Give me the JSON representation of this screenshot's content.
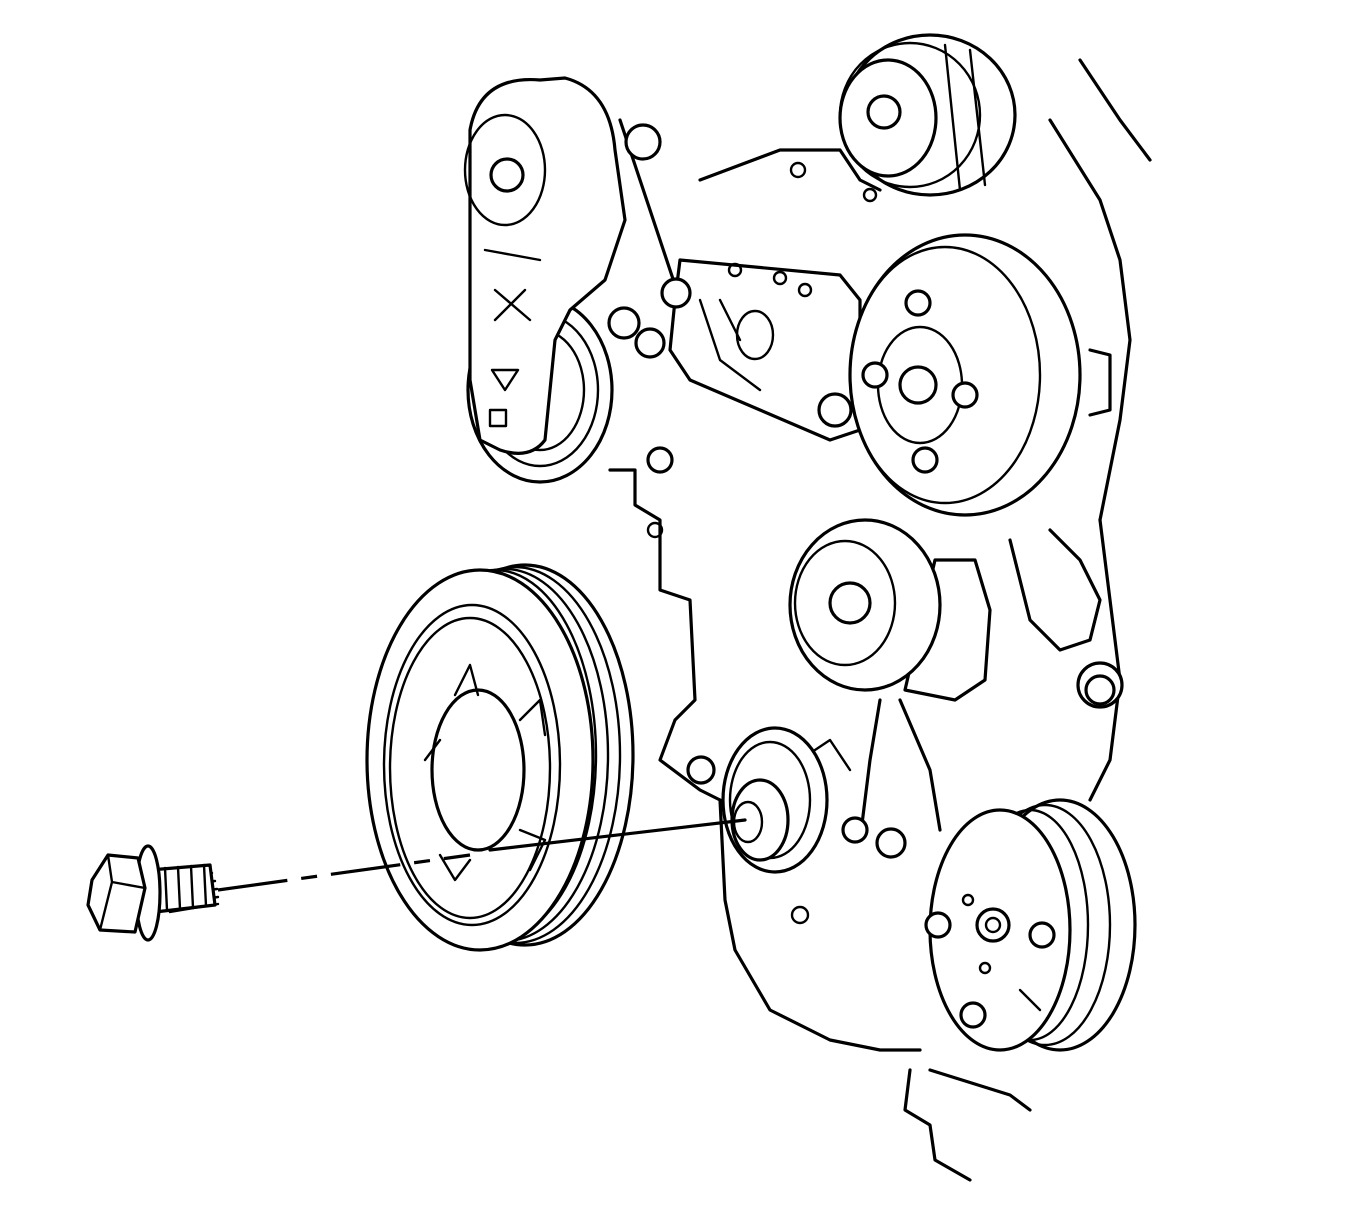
{
  "colors": {
    "background": "#ffffff",
    "line": "#000000"
  },
  "parts": [
    {
      "name": "crankshaft-balancer-pulley"
    },
    {
      "name": "balancer-bolt"
    },
    {
      "name": "crankshaft-nose"
    },
    {
      "name": "engine-front-cover"
    },
    {
      "name": "belt-tensioner"
    },
    {
      "name": "idler-pulley-upper"
    },
    {
      "name": "idler-pulley-lower"
    },
    {
      "name": "water-pump-pulley"
    },
    {
      "name": "ac-compressor-clutch-pulley"
    },
    {
      "name": "mounting-bracket"
    }
  ]
}
